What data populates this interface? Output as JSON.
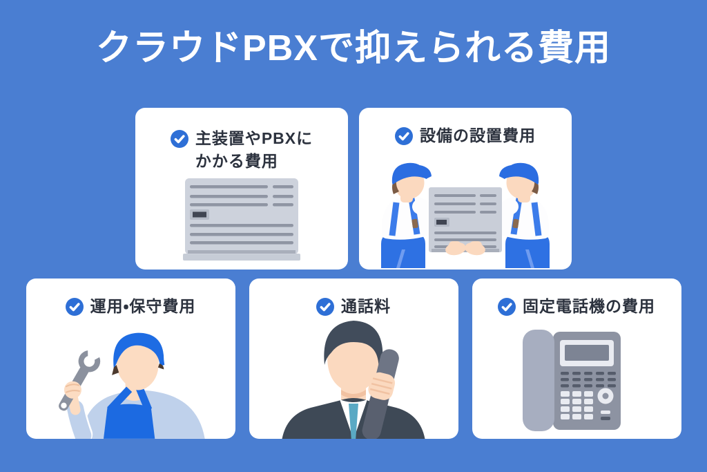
{
  "title": "クラウドPBXで抑えられる費用",
  "colors": {
    "background": "#4a7ed2",
    "card_background": "#ffffff",
    "check_badge": "#2e6fd6",
    "heading_text": "#2c323e",
    "title_text": "#ffffff"
  },
  "cards": [
    {
      "label": "主装置やPBXに\nかかる費用",
      "illustration": "pbx-main-unit"
    },
    {
      "label": "設備の設置費用",
      "illustration": "two-workers-carrying-equipment"
    },
    {
      "label": "運用・保守費用",
      "illustration": "worker-with-wrench"
    },
    {
      "label": "通話料",
      "illustration": "businessman-on-phone"
    },
    {
      "label": "固定電話機の費用",
      "illustration": "desk-phone"
    }
  ]
}
